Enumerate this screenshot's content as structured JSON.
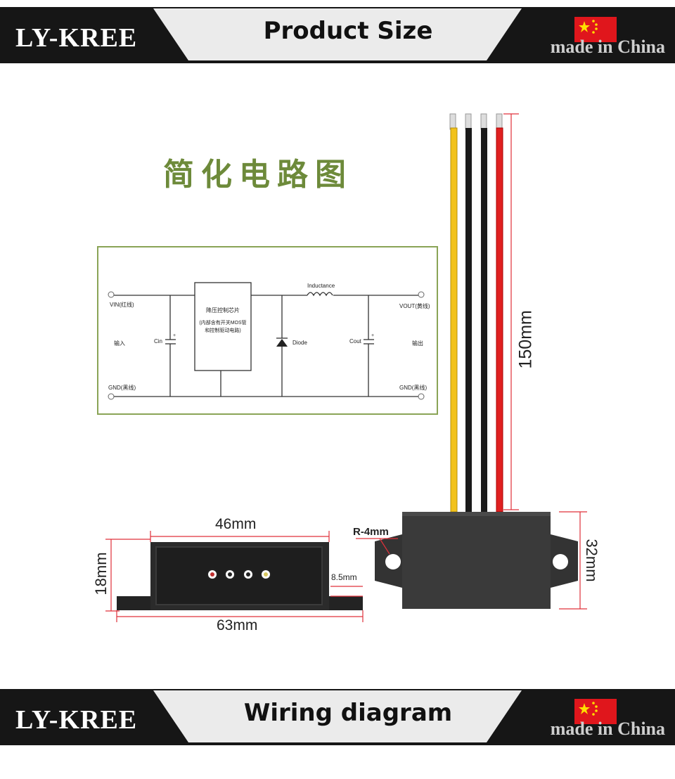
{
  "header": {
    "brand": "LY-KREE",
    "title": "Product Size",
    "origin": "made in China"
  },
  "footer": {
    "brand": "LY-KREE",
    "title": "Wiring diagram",
    "origin": "made in China"
  },
  "circuit": {
    "title": "简化电路图",
    "vin": "VIN(红线)",
    "gnd_in": "GND(黑线)",
    "input": "输入",
    "cin": "Cin",
    "chip_title": "降压控制芯片",
    "chip_desc1": "(内部含有开关MOS管",
    "chip_desc2": "和控制驱动电路)",
    "inductance": "Inductance",
    "diode": "Diode",
    "cout": "Cout",
    "vout": "VOUT(黄线)",
    "output": "输出",
    "gnd_out": "GND(黑线)"
  },
  "dimensions": {
    "width_inner": "46mm",
    "width_total": "63mm",
    "height": "18mm",
    "mount": "8.5mm",
    "radius": "R-4mm",
    "depth": "32mm",
    "wire_length": "150mm"
  },
  "colors": {
    "banner_dark": "#161616",
    "banner_light": "#ebebeb",
    "green_text": "#6d8a3a",
    "dimension_red": "#e0303a",
    "wire_yellow": "#f2c21b",
    "wire_black": "#1a1a1a",
    "wire_red": "#e02020"
  }
}
